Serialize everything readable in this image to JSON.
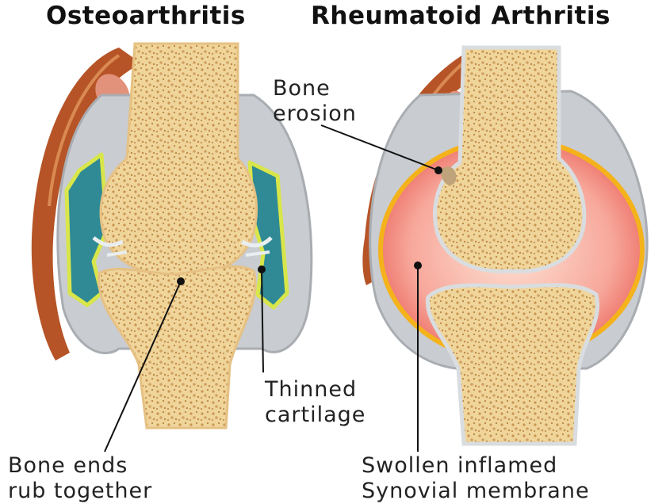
{
  "titles": {
    "osteoarthritis": "Osteoarthritis",
    "rheumatoid": "Rheumatoid Arthritis"
  },
  "labels": {
    "bone_erosion": [
      "Bone",
      "erosion"
    ],
    "thinned_cartilage": [
      "Thinned",
      "cartilage"
    ],
    "bone_ends": [
      "Bone ends",
      "rub together"
    ],
    "synovial": [
      "Swollen inflamed",
      "Synovial membrane"
    ]
  },
  "colors": {
    "bone": "#f3d7a0",
    "bone_texture": "#c99a56",
    "muscle": "#b95a2a",
    "capsule": "#c9ccd0",
    "oa_fluid": "#2f8a95",
    "oa_rim": "#d8e64a",
    "ra_membrane": "#f08a80",
    "ra_rim": "#f4b21b"
  }
}
